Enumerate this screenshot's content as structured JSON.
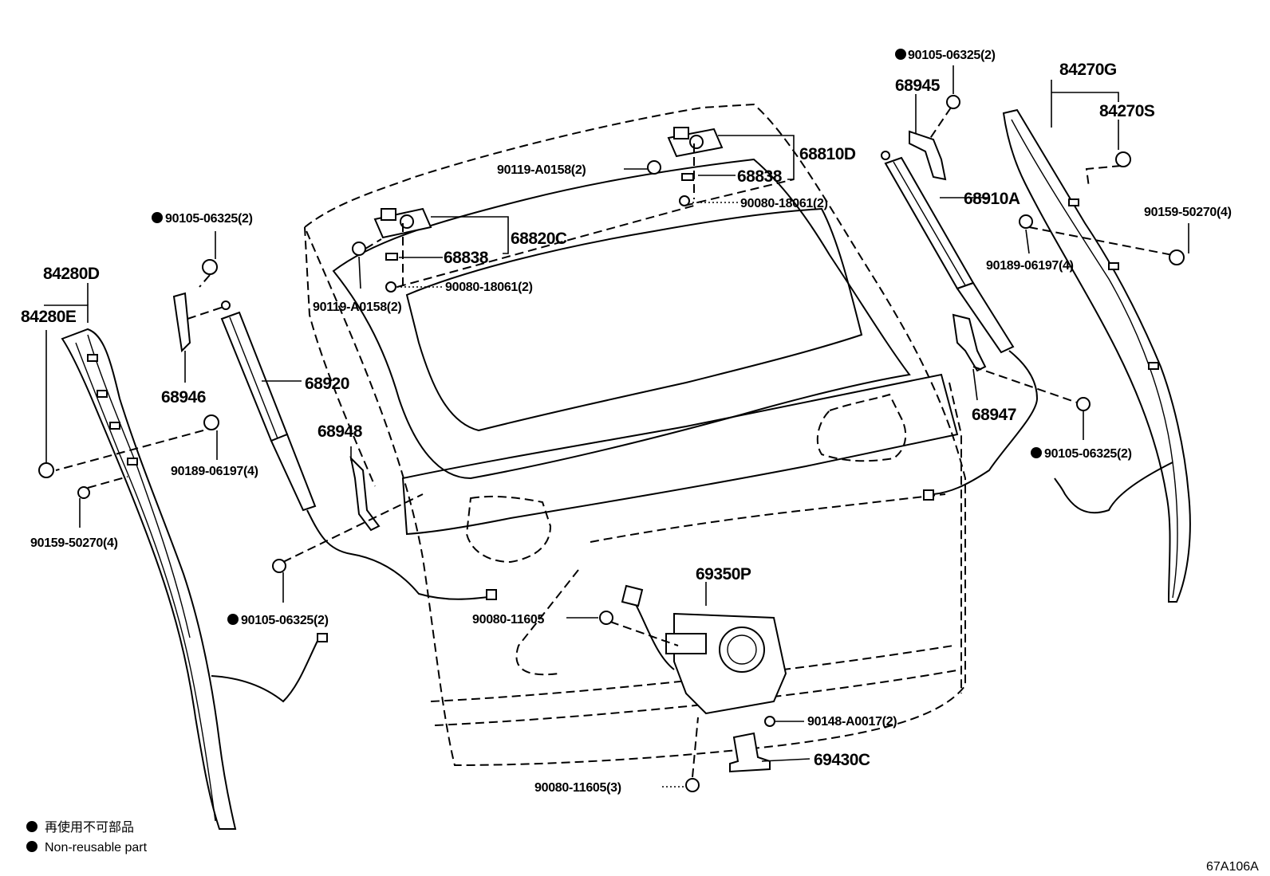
{
  "labels": {
    "l_90105_top_right": "90105-06325(2)",
    "l_84270G": "84270G",
    "l_68945": "68945",
    "l_84270S": "84270S",
    "l_68810D": "68810D",
    "l_90119_upper": "90119-A0158(2)",
    "l_68838_upper": "68838",
    "l_68910A": "68910A",
    "l_90080_18061_upper": "90080-18061(2)",
    "l_90159_right": "90159-50270(4)",
    "l_90105_left_top": "90105-06325(2)",
    "l_68820C": "68820C",
    "l_90189_right": "90189-06197(4)",
    "l_84280D": "84280D",
    "l_68838_lower": "68838",
    "l_90080_18061_lower": "90080-18061(2)",
    "l_84280E": "84280E",
    "l_90119_lower": "90119-A0158(2)",
    "l_68946": "68946",
    "l_68920": "68920",
    "l_68947": "68947",
    "l_68948": "68948",
    "l_90105_right_mid": "90105-06325(2)",
    "l_90189_left": "90189-06197(4)",
    "l_90159_left": "90159-50270(4)",
    "l_69350P": "69350P",
    "l_90105_left_bottom": "90105-06325(2)",
    "l_90080_11605": "90080-11605",
    "l_90148": "90148-A0017(2)",
    "l_69430C": "69430C",
    "l_90080_11605_3": "90080-11605(3)"
  },
  "legend": {
    "japanese": "再使用不可部品",
    "english": "Non-reusable part"
  },
  "figure_id": "67A106A"
}
